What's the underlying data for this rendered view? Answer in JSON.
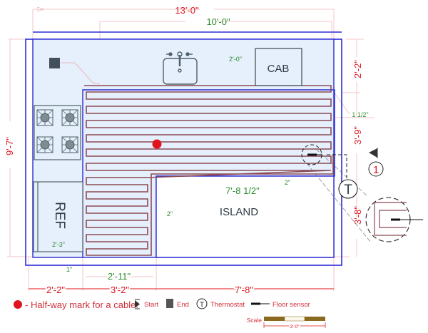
{
  "diagram": {
    "title": "Kitchen floor heating cable layout",
    "colors": {
      "wall": "#2b2bd6",
      "floor_fill": "#e6f0fc",
      "cable": "#8c4a55",
      "dimension_red": "#e0141e",
      "dimension_green": "#2e8b2e",
      "appliance_outline": "#4f6068",
      "halfway_mark": "#e0141e",
      "scale_dark": "#8a6a1e",
      "scale_light": "#fbf7ea"
    },
    "dimensions": {
      "overall_width": "13'-0\"",
      "inner_width": "10'-0\"",
      "overall_height": "9'-7\"",
      "right_top": "2'-2\"",
      "right_middle": "3'-9\"",
      "right_bottom": "3'-8\"",
      "bottom_left": "2'-2\"",
      "bottom_middle": "3'-2\"",
      "bottom_right": "7'-8\"",
      "bottom_inner": "2'-11\"",
      "island_width": "7'-8 1/2\"",
      "gap_1in": "1\"",
      "gap_2in_top": "2\"",
      "gap_2in_left": "2\"",
      "gap_1_5in": "1 1/2\"",
      "cab_offset": "2'-0\"",
      "ref_width": "2'-3\""
    },
    "fixtures": {
      "cabinet": "CAB",
      "refrigerator": "REF",
      "island": "ISLAND",
      "sink": "sink-icon",
      "stove": "stove-icon"
    },
    "markers": {
      "start_number": "1",
      "thermostat_symbol": "T"
    },
    "legend": {
      "halfway": "- Half-way mark for a cable.",
      "start": "Start",
      "end": "End",
      "thermostat": "Thermostat",
      "thermostat_symbol": "T",
      "floor_sensor": "Floor sensor",
      "scale_label": "Scale",
      "scale_value": "3'-0\""
    }
  }
}
